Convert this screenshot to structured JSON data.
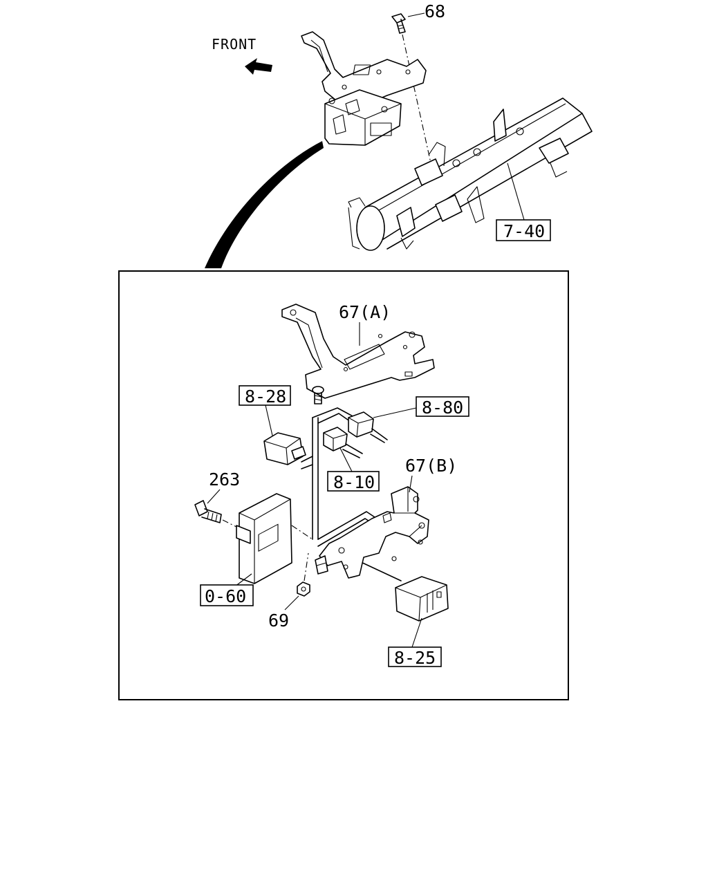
{
  "direction_label": "FRONT",
  "callouts": {
    "c68": "68",
    "c7_40": "7-40",
    "c67a": "67(A)",
    "c8_28": "8-28",
    "c8_80": "8-80",
    "c8_10": "8-10",
    "c67b": "67(B)",
    "c263": "263",
    "c0_60": "0-60",
    "c69": "69",
    "c8_25": "8-25"
  },
  "icons": [
    "front-arrow-icon",
    "leader-arrow-icon"
  ]
}
